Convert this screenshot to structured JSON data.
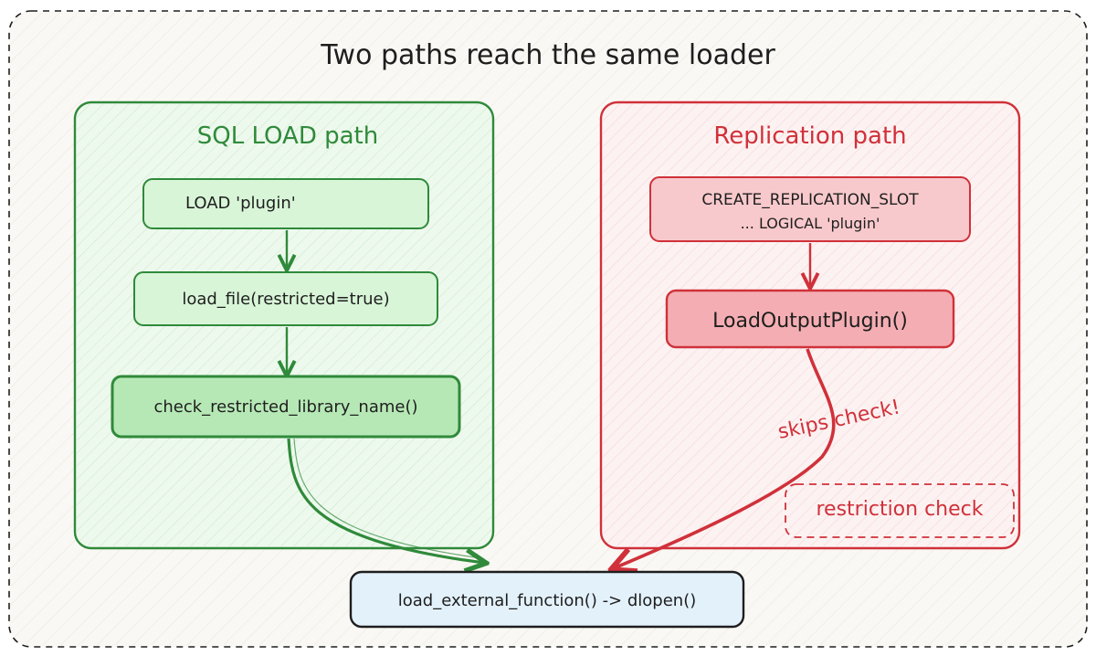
{
  "title": "Two paths reach the same loader",
  "colors": {
    "background": "#faf8f4",
    "frame": "#1e1e1e",
    "green_stroke": "#2f8a3a",
    "green_fill": "#d8f5d8",
    "green_fill_strong": "#b6e8b6",
    "red_stroke": "#d0313a",
    "red_fill": "#f8c9cc",
    "red_fill_strong": "#f4aeb3",
    "blue_stroke": "#1e1e1e",
    "blue_fill": "#e3f1fb"
  },
  "sql_path": {
    "label": "SQL LOAD path",
    "step1": "LOAD 'plugin'",
    "step2": "load_file(restricted=true)",
    "step3": "check_restricted_library_name()"
  },
  "replication_path": {
    "label": "Replication path",
    "step1_line1": "CREATE_REPLICATION_SLOT",
    "step1_line2": "... LOGICAL 'plugin'",
    "step2": "LoadOutputPlugin()",
    "skip_label": "skips check!",
    "missing_check_label": "restriction check"
  },
  "loader": {
    "label": "load_external_function() -> dlopen()"
  }
}
